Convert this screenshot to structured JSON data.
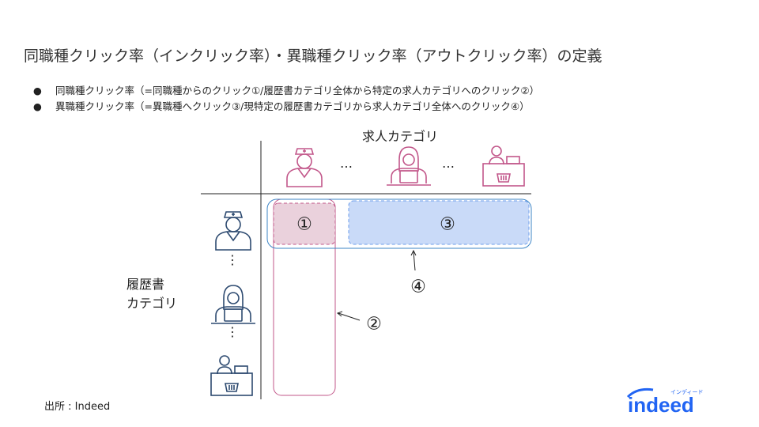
{
  "title": "同職種クリック率（インクリック率）・異職種クリック率（アウトクリック率）の定義",
  "bullets": [
    "同職種クリック率（=同職種からのクリック①/履歴書カテゴリ全体から特定の求人カテゴリへのクリック②）",
    "異職種クリック率（=異職種へクリック③/現特定の履歴書カテゴリから求人カテゴリ全体へのクリック④）"
  ],
  "bullet_marker": "●",
  "diagram": {
    "job_category_label": "求人カテゴリ",
    "resume_category_label": [
      "履歴書",
      "カテゴリ"
    ],
    "markers": [
      "①",
      "②",
      "③",
      "④"
    ],
    "ellipsis_h": "…",
    "ellipsis_v": "⋮",
    "icons_top": [
      "nurse-icon",
      "office-worker-icon",
      "cashier-icon"
    ],
    "icons_left": [
      "nurse-icon",
      "office-worker-icon",
      "cashier-icon"
    ],
    "colors": {
      "pink": "#c2578a",
      "pink_fill": "#ead1dc",
      "blue": "#6d9eeb",
      "blue_fill": "#c9daf8",
      "navy": "#2d4a70",
      "outline_blue": "#3d85c6"
    }
  },
  "source": "出所 : Indeed",
  "logo": {
    "text": "indeed",
    "kana": "インディード"
  }
}
